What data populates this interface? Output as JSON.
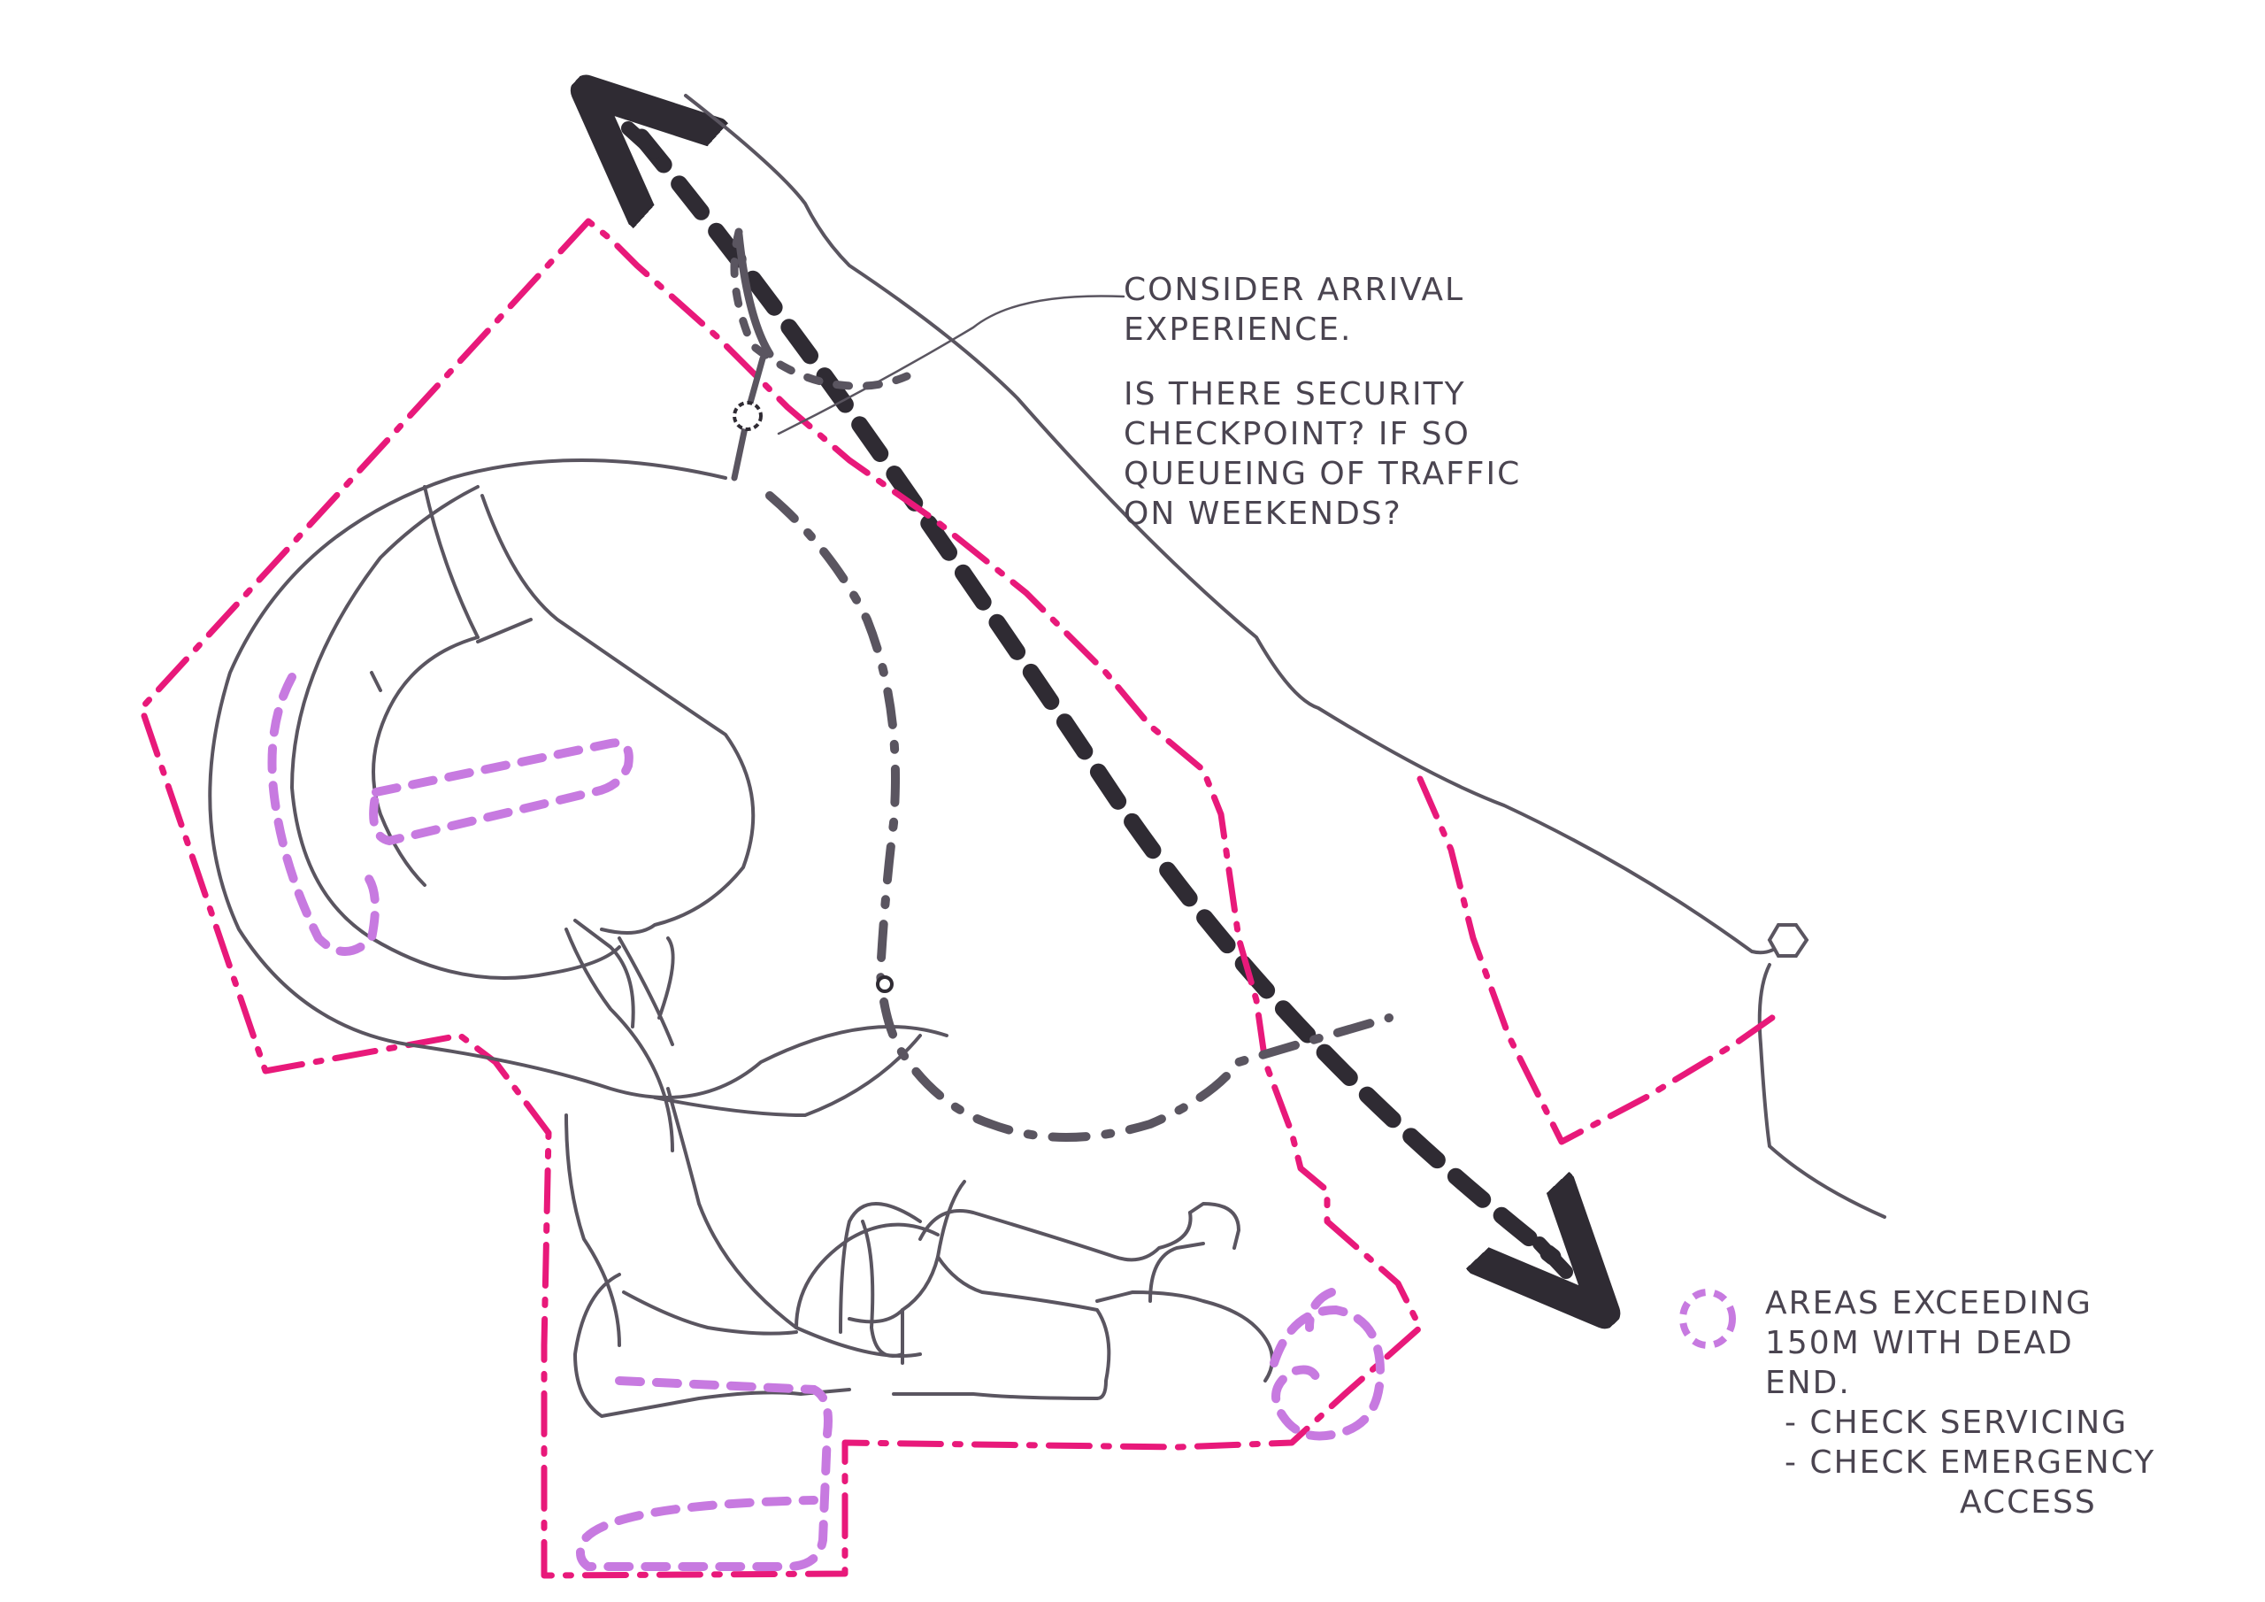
{
  "annotations": {
    "arrival_note": [
      "CONSIDER ARRIVAL",
      "EXPERIENCE.",
      "IS THERE SECURITY",
      "CHECKPOINT? IF SO",
      "QUEUEING OF TRAFFIC",
      "ON WEEKENDS?"
    ],
    "legend_note": [
      "AREAS EXCEEDING",
      "150M WITH DEAD",
      "END.",
      "- CHECK SERVICING",
      "- CHECK EMERGENCY",
      "ACCESS"
    ]
  },
  "colors": {
    "site_boundary": "#e8197a",
    "road_outline": "#5a5560",
    "access_road": "#2f2b33",
    "dead_end_highlight": "#c77ae0",
    "text": "#4a4450"
  },
  "symbols": {
    "site_boundary": "dash-dot-line",
    "access_road": "double-arrow-dashed",
    "dead_end": "dashed-purple-loop",
    "checkpoint": "small-circle"
  }
}
